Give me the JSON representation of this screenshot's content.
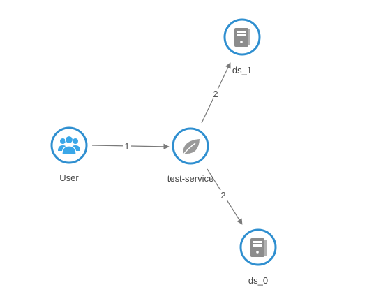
{
  "colors": {
    "ring": "#2f8fd0",
    "user_icon": "#3aa7e8",
    "service_icon": "#9a9a9a",
    "db_icon": "#8c8c8c",
    "edge": "#7a7a7a",
    "background": "#ffffff"
  },
  "nodes": [
    {
      "id": "user",
      "label": "User",
      "icon": "users-icon"
    },
    {
      "id": "service",
      "label": "test-service",
      "icon": "leaf-icon"
    },
    {
      "id": "ds1",
      "label": "ds_1",
      "icon": "database-server-icon"
    },
    {
      "id": "ds0",
      "label": "ds_0",
      "icon": "database-server-icon"
    }
  ],
  "edges": [
    {
      "from": "user",
      "to": "service",
      "label": "1"
    },
    {
      "from": "service",
      "to": "ds1",
      "label": "2"
    },
    {
      "from": "service",
      "to": "ds0",
      "label": "2"
    }
  ]
}
